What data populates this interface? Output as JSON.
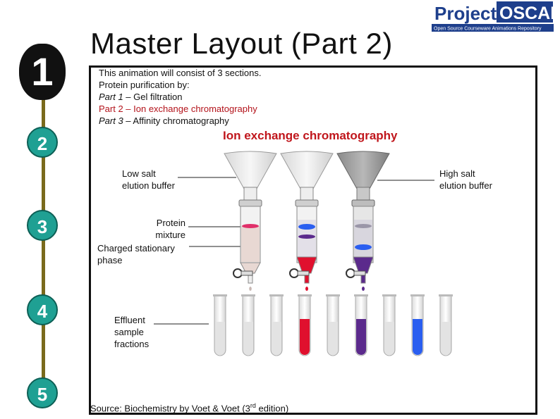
{
  "title": "Master Layout (Part 2)",
  "logo": {
    "line1": "Project",
    "line2": "OSCAR",
    "tagline": "Open Source Courseware Animations Repository"
  },
  "steps": [
    "1",
    "2",
    "3",
    "4",
    "5"
  ],
  "intro": {
    "line1": "This animation will consist of 3 sections.",
    "line2": "Protein purification by:",
    "part1_label": "Part 1",
    "part1_text": " – Gel filtration",
    "part2": "Part 2 – Ion exchange chromatography",
    "part3_label": "Part 3",
    "part3_text": " – Affinity chromatography"
  },
  "subtitle": "Ion exchange chromatography",
  "labels": {
    "low_salt_1": "Low salt",
    "low_salt_2": "elution buffer",
    "high_salt_1": "High salt",
    "high_salt_2": "elution buffer",
    "protein_1": "Protein",
    "protein_2": "mixture",
    "charged_1": "Charged stationary",
    "charged_2": "phase",
    "effluent_1": "Effluent",
    "effluent_2": "sample",
    "effluent_3": "fractions"
  },
  "source": {
    "prefix": "Source: Biochemistry by Voet & Voet (3",
    "sup": "rd",
    "suffix": " edition)"
  },
  "colors": {
    "red": "#e0102e",
    "purple": "#5b2a8c",
    "blue": "#2a5ef0",
    "teal": "#1fa093",
    "title_red": "#c0161c"
  }
}
